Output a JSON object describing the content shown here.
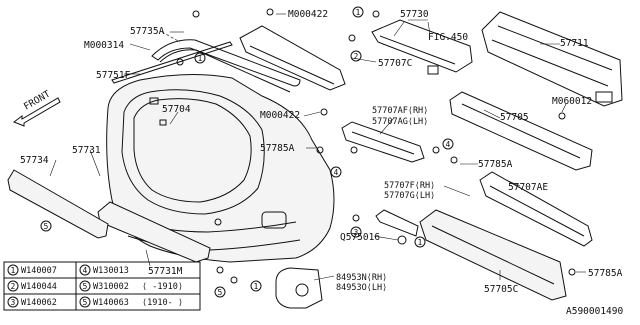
{
  "direction_label": "FRONT",
  "labels": {
    "p57735A": "57735A",
    "pM000422a": "M000422",
    "p57730": "57730",
    "pM000314": "M000314",
    "pFIG450": "FIG.450",
    "p57711": "57711",
    "p57751F": "57751F",
    "p57707C": "57707C",
    "pM060012": "M060012",
    "p57704": "57704",
    "pM000422b": "M000422",
    "p57707AF": "57707AF⟨RH⟩",
    "p57707AG": "57707AG⟨LH⟩",
    "p57705": "57705",
    "p57785Aa": "57785A",
    "p57785Ab": "57785A",
    "p57734": "57734",
    "p57731": "57731",
    "p57707F": "57707F⟨RH⟩",
    "p57707G": "57707G⟨LH⟩",
    "p57707AE": "57707AE",
    "pQ575016": "Q575016",
    "p57731M": "57731M",
    "p84953N": "84953N⟨RH⟩",
    "p84953O": "84953O⟨LH⟩",
    "p57705C": "57705C",
    "p57785Ac": "57785A"
  },
  "callouts": {
    "c1": "1",
    "c2": "2",
    "c3": "3",
    "c4": "4",
    "c5": "5"
  },
  "legend": {
    "rows": [
      {
        "n1": "1",
        "code1": "W140007",
        "n2": "4",
        "code2": "W130013"
      },
      {
        "n1": "2",
        "code1": "W140044",
        "n2": "5",
        "code2": "W310002",
        "note2": "⟨   -1910⟩"
      },
      {
        "n1": "3",
        "code1": "W140062",
        "n2": "5",
        "code2": "W140063",
        "note2": "⟨1910-   ⟩"
      }
    ]
  },
  "diagram_id": "A590001490"
}
